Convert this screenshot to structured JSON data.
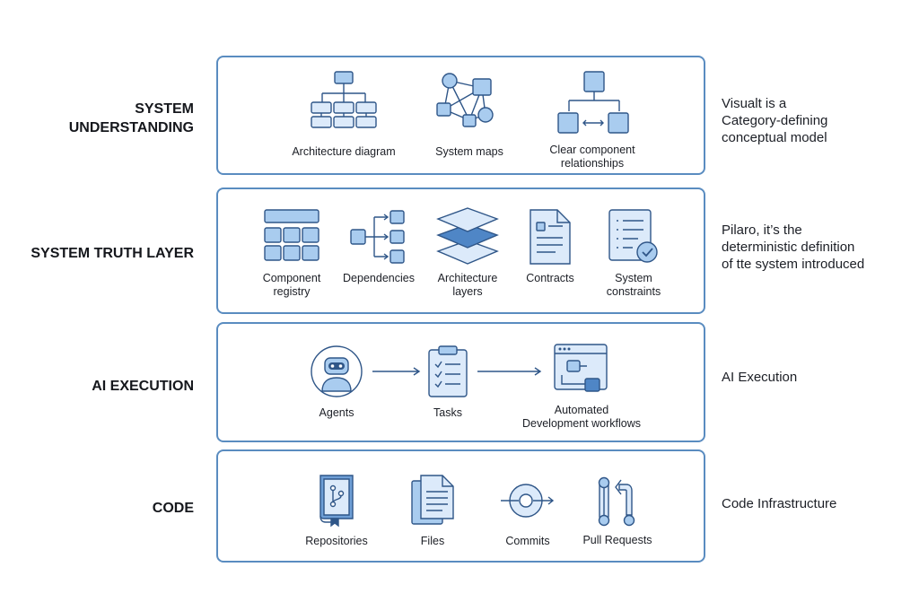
{
  "layers": [
    {
      "label": "SYSTEM\nUNDERSTANDING",
      "description": "Visualt is a\nCategory-defining\nconceptual model",
      "items": [
        {
          "label": "Architecture diagram",
          "icon": "architecture-diagram-icon"
        },
        {
          "label": "System maps",
          "icon": "system-map-icon"
        },
        {
          "label": "Clear component\nrelationships",
          "icon": "component-relationship-icon"
        }
      ]
    },
    {
      "label": "SYSTEM TRUTH LAYER",
      "description": "Pilaro, it’s the\ndeterministic definition\nof tte system introduced",
      "items": [
        {
          "label": "Component\nregistry",
          "icon": "component-registry-icon"
        },
        {
          "label": "Dependencies",
          "icon": "dependencies-icon"
        },
        {
          "label": "Architecture\nlayers",
          "icon": "layers-icon"
        },
        {
          "label": "Contracts",
          "icon": "contract-document-icon"
        },
        {
          "label": "System\nconstraints",
          "icon": "constraints-checklist-icon"
        }
      ]
    },
    {
      "label": "AI EXECUTION",
      "description": "AI Execution",
      "items": [
        {
          "label": "Agents",
          "icon": "robot-agent-icon"
        },
        {
          "label": "Tasks",
          "icon": "task-clipboard-icon"
        },
        {
          "label": "Automated\nDevelopment workflows",
          "icon": "workflow-window-icon"
        }
      ]
    },
    {
      "label": "CODE",
      "description": "Code Infrastructure",
      "items": [
        {
          "label": "Repositories",
          "icon": "repository-book-icon"
        },
        {
          "label": "Files",
          "icon": "files-icon"
        },
        {
          "label": "Commits",
          "icon": "commit-icon"
        },
        {
          "label": "Pull Requests",
          "icon": "pull-request-icon"
        }
      ]
    }
  ],
  "colors": {
    "border": "#5a8cc0",
    "icon_fill": "#a9ccef",
    "icon_stroke": "#2f5688"
  }
}
